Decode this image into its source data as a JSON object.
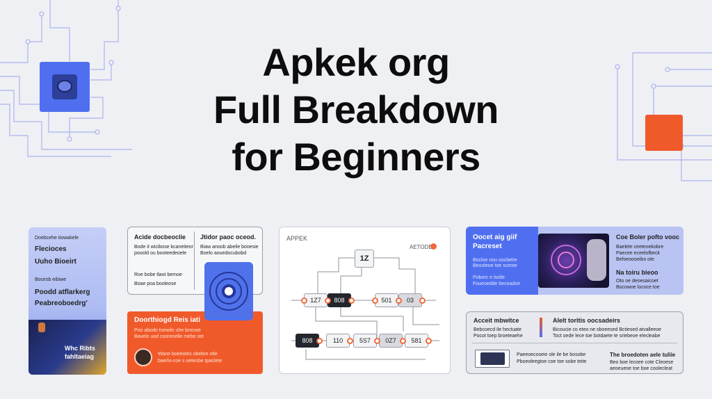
{
  "title_lines": [
    "Apkek org",
    "Full Breakdown",
    "for Beginners"
  ],
  "colors": {
    "background": "#eef0f3",
    "accent_blue": "#4f6ff0",
    "accent_orange": "#f05a2a",
    "text": "#0d0d0d"
  },
  "card1": {
    "header": "Doebcehe tiowakele",
    "line1": "Flecioces",
    "line2": "Uuho Bioeirt",
    "small": "Bocesb eibiwe",
    "line3": "Poodd atflarkerg",
    "line4": "Peabreoboedrg'",
    "image_text1": "Whc Ribts",
    "image_text2": "fahltaeiag"
  },
  "card2": {
    "col1_title": "Acide docbeoclie",
    "col1_lines": [
      "Bode it wicibose kcaneiteor",
      "pooold ou booteedeoele",
      "Roe bobe tlaot bemoe",
      "Boae poa booleose"
    ],
    "col2_title": "Jtidor paoc oceod.",
    "col2_lines": [
      "Biaw anoob abeile booesie",
      "Boelo aouedocubobd"
    ],
    "orange_title": "Doorthiogd Reis iati",
    "orange_lines": [
      "Poo abodo toewile uhe brocwe",
      "Bavelo uod coorenelle mebo ste",
      "Waoe boeeotes obebre otle",
      "baerlo-coe s oetenbe tpaclete"
    ]
  },
  "card3": {
    "label_left": "APPEK",
    "label_right": "AETODE",
    "top_node": "1Z",
    "row1": [
      "1Z7",
      "808",
      "501",
      "03"
    ],
    "row2": [
      "808",
      "110",
      "5S7",
      "0Z7",
      "581"
    ]
  },
  "card4": {
    "title": "Oocet aig giif",
    "subtitle": "Pacreset",
    "lines": [
      "Bocloe nou oocbelre",
      "Beooleoe toe sceote",
      "Poborc e lsolie",
      "Foueoedde beceadoe"
    ],
    "right_title": "Coe Boler pofto vooc",
    "right_lines": [
      "Baelete ceeteoekobre",
      "Paecee eceelofbeck",
      "Befoeoooeibo ote"
    ],
    "right_title2": "Na toiru bieoo",
    "right_lines2": [
      "Oto oe deoesaicoet",
      "Bocowoe lococe toe"
    ]
  },
  "card5": {
    "title1": "Acceit mbwitce",
    "lines1": [
      "Bebcoecd ile hectuate",
      "Pocot toep broeteaehe"
    ],
    "title2": "Alelt toritis oocsadeirs",
    "lines2": [
      "Bicoucie co eteo ne sboeesed Bctiesed atvalleeoe",
      "Toct oede lece toe botdaete te sriebeoe elecleabe"
    ],
    "lower_left": [
      "Paeeoecoseie ole ile be bosobe",
      "Pboeoleegtoe coe toe sobe teite"
    ],
    "lower_right_title": "The broedoten aele tuliie",
    "lower_right_lines": [
      "Beo boe lecoee cote Cleoese",
      "aeoeueoe toe boe coolecleat"
    ]
  }
}
